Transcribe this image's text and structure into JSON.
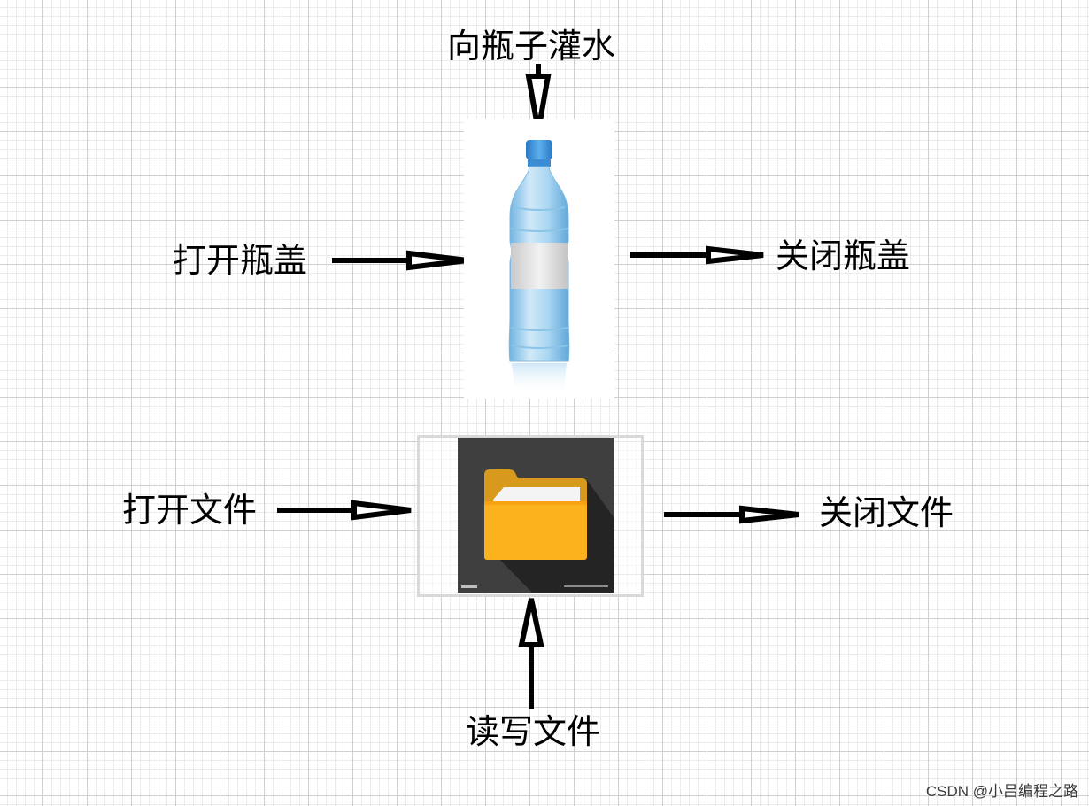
{
  "labels": {
    "fill_bottle": "向瓶子灌水",
    "open_cap": "打开瓶盖",
    "close_cap": "关闭瓶盖",
    "open_file": "打开文件",
    "close_file": "关闭文件",
    "rw_file": "读写文件"
  },
  "watermark": "CSDN @小吕编程之路",
  "icons": {
    "bottle": "water-bottle-icon",
    "folder": "folder-icon"
  },
  "colors": {
    "arrow": "#000000",
    "bottle_cap": "#3a8fd6",
    "bottle_water": "#9fd0ef",
    "folder_back": "#d89a1c",
    "folder_front": "#fbb21c",
    "folder_tile": "#3f3f3f"
  }
}
